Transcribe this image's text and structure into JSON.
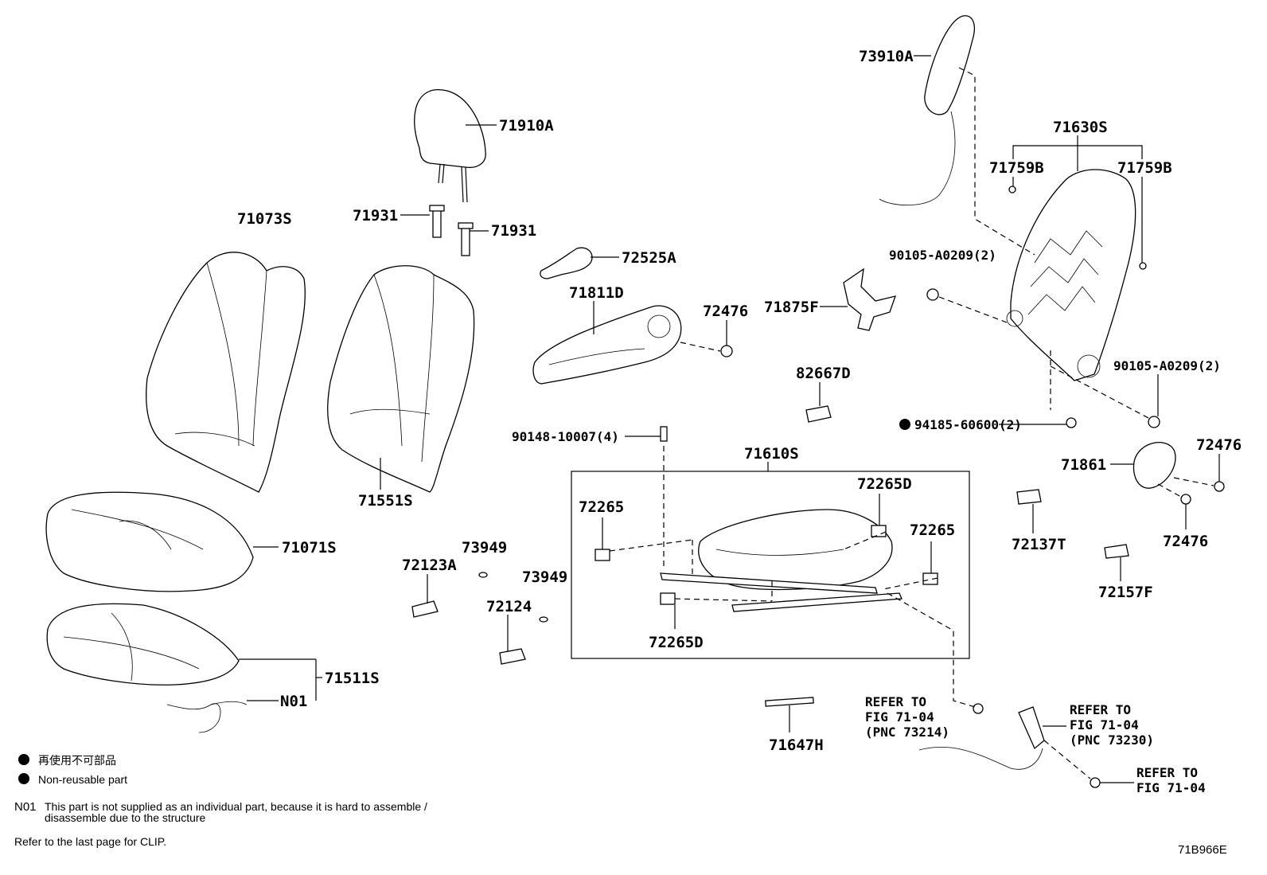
{
  "labels": {
    "p73910A": "73910A",
    "p71910A": "71910A",
    "p71630S": "71630S",
    "p71759B_l": "71759B",
    "p71759B_r": "71759B",
    "p71073S": "71073S",
    "p71931_l": "71931",
    "p71931_r": "71931",
    "p72525A": "72525A",
    "p90105_top": "90105-A0209(2)",
    "p71811D": "71811D",
    "p72476_a": "72476",
    "p71875F": "71875F",
    "p82667D": "82667D",
    "p90105_bot": "90105-A0209(2)",
    "p94185": "94185-60600(2)",
    "p90148": "90148-10007(4)",
    "p71610S": "71610S",
    "p72476_b": "72476",
    "p71861": "71861",
    "p71551S": "71551S",
    "p72265_l": "72265",
    "p72265D_tr": "72265D",
    "p72476_c": "72476",
    "p72137T": "72137T",
    "p71071S": "71071S",
    "p73949_a": "73949",
    "p72123A": "72123A",
    "p72265_r": "72265",
    "p73949_b": "73949",
    "p72124": "72124",
    "p72157F": "72157F",
    "p72265D_b": "72265D",
    "p71511S": "71511S",
    "pN01": "N01",
    "p71647H": "71647H"
  },
  "references": {
    "ref1": [
      "REFER TO",
      "FIG 71-04",
      "(PNC 73214)"
    ],
    "ref2": [
      "REFER TO",
      "FIG 71-04",
      "(PNC 73230)"
    ],
    "ref3": [
      "REFER TO",
      "FIG 71-04"
    ]
  },
  "legend": {
    "item1": "再使用不可部品",
    "item2": "Non-reusable part"
  },
  "notes": {
    "n01_code": "N01",
    "n01_line1": "This part is not supplied as an individual part, because it is hard to assemble /",
    "n01_line2": "disassemble due to the structure",
    "clip": "Refer to the last page for CLIP."
  },
  "figure_id": "71B966E"
}
